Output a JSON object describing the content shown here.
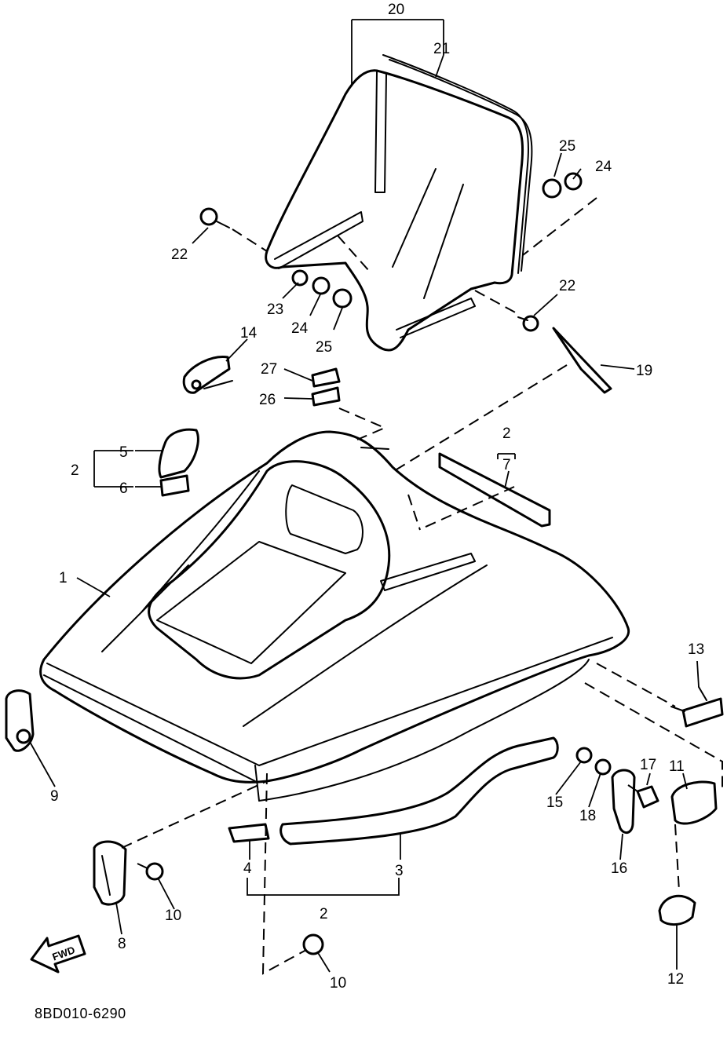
{
  "diagram": {
    "code": "8BD010-6290",
    "fwd_label": "FWD",
    "labels": {
      "p1": "1",
      "p2_left": "2",
      "p2_right": "2",
      "p2_bottom": "2",
      "p3": "3",
      "p4": "4",
      "p5": "5",
      "p6": "6",
      "p7": "7",
      "p8": "8",
      "p9": "9",
      "p10_a": "10",
      "p10_b": "10",
      "p11": "11",
      "p12": "12",
      "p13": "13",
      "p14": "14",
      "p15": "15",
      "p16": "16",
      "p17": "17",
      "p18": "18",
      "p19": "19",
      "p20": "20",
      "p21": "21",
      "p22_a": "22",
      "p22_b": "22",
      "p23": "23",
      "p24_a": "24",
      "p24_b": "24",
      "p25_a": "25",
      "p25_b": "25",
      "p26": "26",
      "p27": "27"
    }
  }
}
